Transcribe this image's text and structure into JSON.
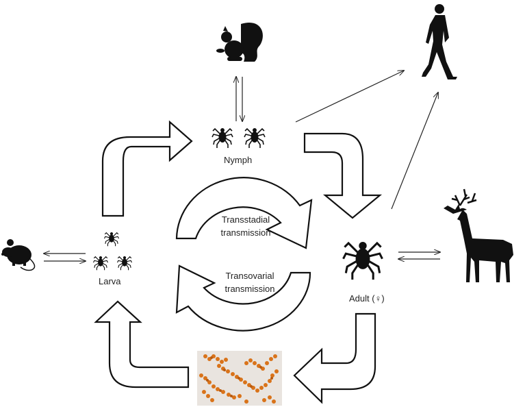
{
  "labels": {
    "nymph": "Nymph",
    "larva": "Larva",
    "adult": "Adult (♀)",
    "transstadial_line1": "Transstadial",
    "transstadial_line2": "transmission",
    "transovarial_line1": "Transovarial",
    "transovarial_line2": "transmission"
  },
  "hosts": [
    "squirrel-icon",
    "human-icon",
    "mouse-icon",
    "deer-icon"
  ],
  "colors": {
    "ink": "#111111",
    "egg_orange": "#d9731a",
    "egg_bg": "#e9e4df"
  }
}
